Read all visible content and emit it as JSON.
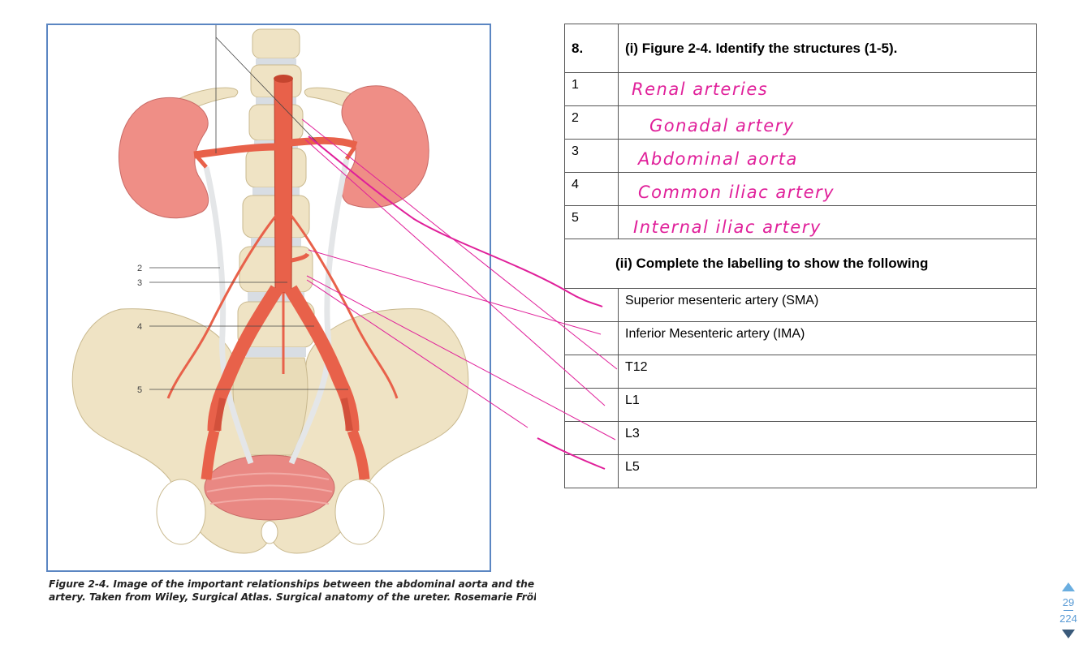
{
  "figure": {
    "labels": [
      "2",
      "3",
      "4",
      "5"
    ]
  },
  "caption": {
    "line1": "Figure 2-4. Image of the important relationships between the abdominal aorta and the renal",
    "line2": "artery. Taken from Wiley, Surgical Atlas. Surgical anatomy of the ureter. Rosemarie Fröber."
  },
  "question": {
    "number": "8.",
    "title": "(i) Figure 2-4. Identify the structures (1-5).",
    "answers": [
      {
        "num": "1",
        "handwritten": "Renal arteries"
      },
      {
        "num": "2",
        "handwritten": "Gonadal artery"
      },
      {
        "num": "3",
        "handwritten": "Abdominal aorta"
      },
      {
        "num": "4",
        "handwritten": "Common iliac artery"
      },
      {
        "num": "5",
        "handwritten": "Internal iliac artery"
      }
    ],
    "subtitle": "(ii) Complete the labelling to show the following",
    "items": [
      "Superior mesenteric artery (SMA)",
      "Inferior Mesenteric artery (IMA)",
      "T12",
      "L1",
      "L3",
      "L5"
    ]
  },
  "colors": {
    "annotation": "#e0209a",
    "frame": "#5b86c2",
    "artery": "#e8614a",
    "kidney": "#ef8e86",
    "bone": "#efe3c4"
  },
  "pager": {
    "current": "29",
    "total": "224"
  }
}
